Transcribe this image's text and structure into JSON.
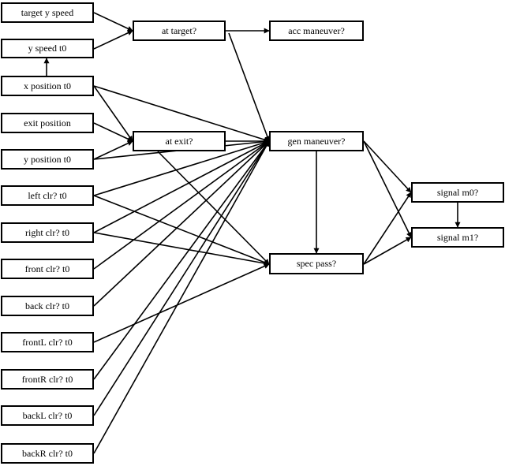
{
  "nodes": {
    "target_y_speed": "target y speed",
    "y_speed_t0": "y speed t0",
    "x_position_t0": "x position t0",
    "exit_position": "exit position",
    "y_position_t0": "y position t0",
    "left_clr_t0": "left clr? t0",
    "right_clr_t0": "right clr? t0",
    "front_clr_t0": "front clr? t0",
    "back_clr_t0": "back clr? t0",
    "frontl_clr_t0": "frontL clr? t0",
    "frontr_clr_t0": "frontR clr? t0",
    "backl_clr_t0": "backL clr? t0",
    "backr_clr_t0": "backR clr? t0",
    "at_target": "at target?",
    "at_exit": "at exit?",
    "acc_maneuver": "acc maneuver?",
    "gen_maneuver": "gen maneuver?",
    "spec_pass": "spec pass?",
    "signal_m0": "signal m0?",
    "signal_m1": "signal m1?"
  },
  "edges": [
    {
      "from": "target_y_speed",
      "to": "at_target"
    },
    {
      "from": "y_speed_t0",
      "to": "at_target"
    },
    {
      "from": "x_position_t0",
      "to": "y_speed_t0"
    },
    {
      "from": "x_position_t0",
      "to": "at_exit"
    },
    {
      "from": "x_position_t0",
      "to": "gen_maneuver"
    },
    {
      "from": "exit_position",
      "to": "at_exit"
    },
    {
      "from": "y_position_t0",
      "to": "at_exit"
    },
    {
      "from": "y_position_t0",
      "to": "gen_maneuver"
    },
    {
      "from": "left_clr_t0",
      "to": "gen_maneuver"
    },
    {
      "from": "left_clr_t0",
      "to": "spec_pass"
    },
    {
      "from": "right_clr_t0",
      "to": "gen_maneuver"
    },
    {
      "from": "right_clr_t0",
      "to": "spec_pass"
    },
    {
      "from": "front_clr_t0",
      "to": "gen_maneuver"
    },
    {
      "from": "back_clr_t0",
      "to": "gen_maneuver"
    },
    {
      "from": "frontl_clr_t0",
      "to": "spec_pass"
    },
    {
      "from": "frontr_clr_t0",
      "to": "gen_maneuver"
    },
    {
      "from": "backl_clr_t0",
      "to": "gen_maneuver"
    },
    {
      "from": "backr_clr_t0",
      "to": "gen_maneuver"
    },
    {
      "from": "at_target",
      "to": "acc_maneuver"
    },
    {
      "from": "at_target",
      "to": "gen_maneuver"
    },
    {
      "from": "at_exit",
      "to": "gen_maneuver"
    },
    {
      "from": "at_exit",
      "to": "spec_pass"
    },
    {
      "from": "gen_maneuver",
      "to": "spec_pass"
    },
    {
      "from": "gen_maneuver",
      "to": "signal_m0"
    },
    {
      "from": "gen_maneuver",
      "to": "signal_m1"
    },
    {
      "from": "spec_pass",
      "to": "signal_m0"
    },
    {
      "from": "spec_pass",
      "to": "signal_m1"
    },
    {
      "from": "signal_m0",
      "to": "signal_m1"
    }
  ]
}
